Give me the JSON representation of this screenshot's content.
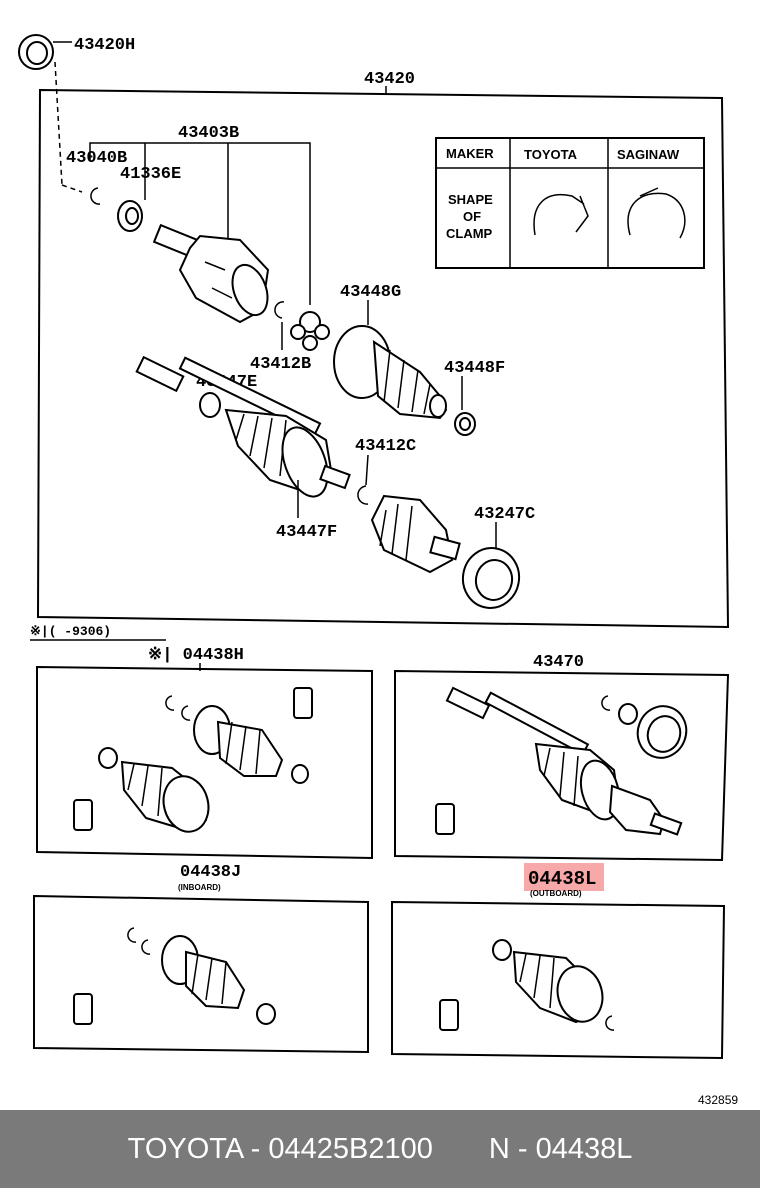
{
  "labels": {
    "p43420H": "43420H",
    "p43420": "43420",
    "p43403B": "43403B",
    "p43040B": "43040B",
    "p41336E": "41336E",
    "p43448G": "43448G",
    "p43412B": "43412B",
    "p43448F": "43448F",
    "p43447E": "43447E",
    "p43412C": "43412C",
    "p43447F": "43447F",
    "p43247C": "43247C",
    "note_range": "※|(     -9306)",
    "p04438H": "※| 04438H",
    "p43470": "43470",
    "p04438J": "04438J",
    "inboard": "(INBOARD)",
    "p04438L": "04438L",
    "outboard": "(OUTBOARD)",
    "ref_no": "432859"
  },
  "clamp_table": {
    "maker_label": "MAKER",
    "toyota_label": "TOYOTA",
    "saginaw_label": "SAGINAW",
    "shape_line1": "SHAPE",
    "shape_line2": "OF",
    "shape_line3": "CLAMP"
  },
  "highlight_color": "#f7a8a8",
  "footer": {
    "left": "TOYOTA - 04425B2100",
    "right": "N - 04438L"
  }
}
